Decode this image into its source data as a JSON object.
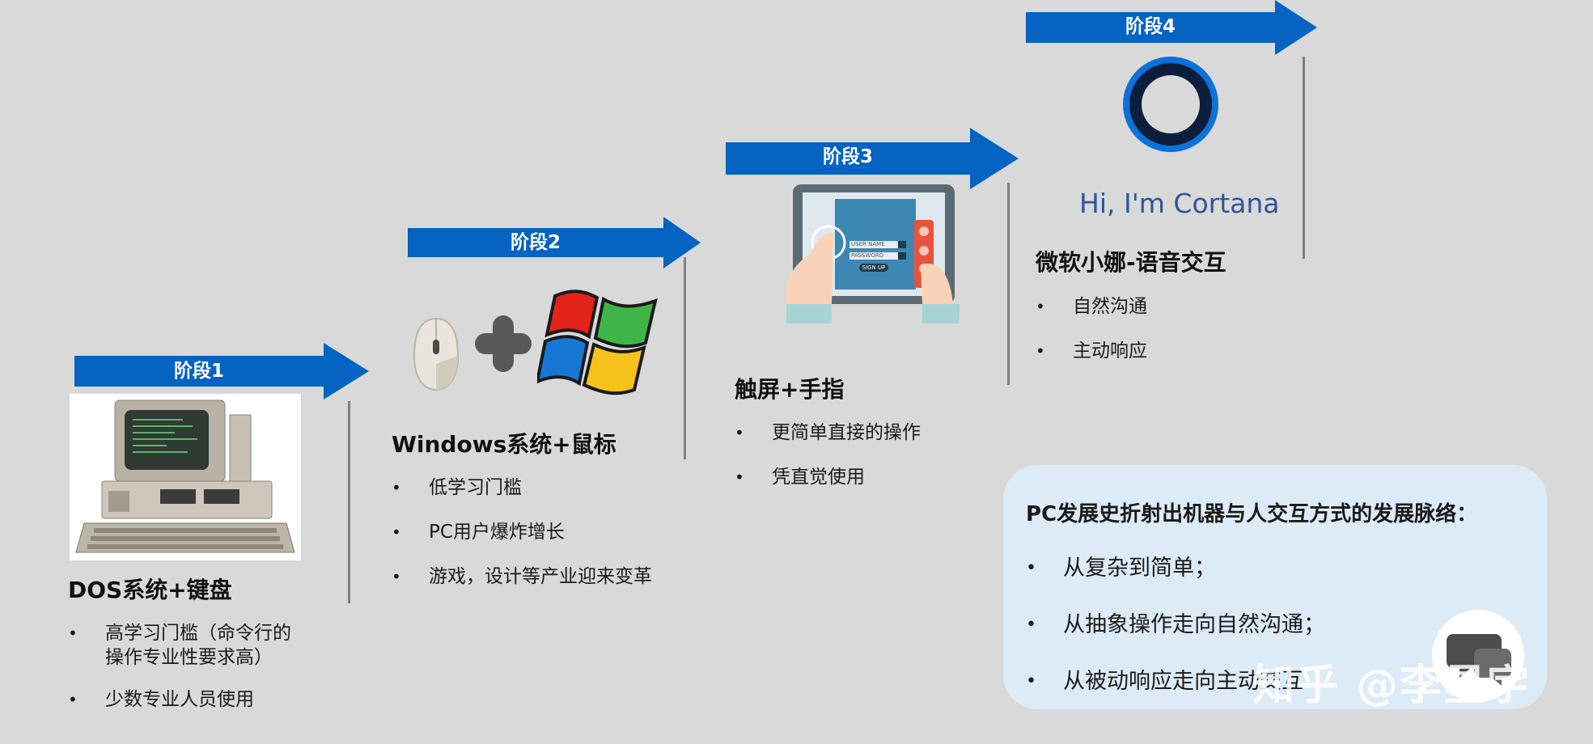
{
  "stages": [
    {
      "label": "阶段1",
      "title": "DOS系统+键盘",
      "bullets": [
        "高学习门槛（命令行的\n操作专业性要求高）",
        "少数专业人员使用"
      ]
    },
    {
      "label": "阶段2",
      "title": "Windows系统+鼠标",
      "bullets": [
        "低学习门槛",
        "PC用户爆炸增长",
        "游戏，设计等产业迎来变革"
      ]
    },
    {
      "label": "阶段3",
      "title": "触屏+手指",
      "bullets": [
        "更简单直接的操作",
        "凭直觉使用"
      ]
    },
    {
      "label": "阶段4",
      "title": "微软小娜-语音交互",
      "bullets": [
        "自然沟通",
        "主动响应"
      ]
    }
  ],
  "cortana_text": "Hi, I'm Cortana",
  "tablet": {
    "field1": "USER NAME",
    "field2": "PASSWORD",
    "button": "SIGN UP"
  },
  "summary": {
    "title": "PC发展史折射出机器与人交互方式的发展脉络：",
    "items": [
      "从复杂到简单；",
      "从抽象操作走向自然沟通；",
      "从被动响应走向主动交互"
    ]
  },
  "watermark": "知乎 @李星宇",
  "colors": {
    "arrow": "#0563c1",
    "background": "#d9d9d9",
    "summary_bg": "#ddebf7",
    "divider": "#7f7f7f"
  }
}
